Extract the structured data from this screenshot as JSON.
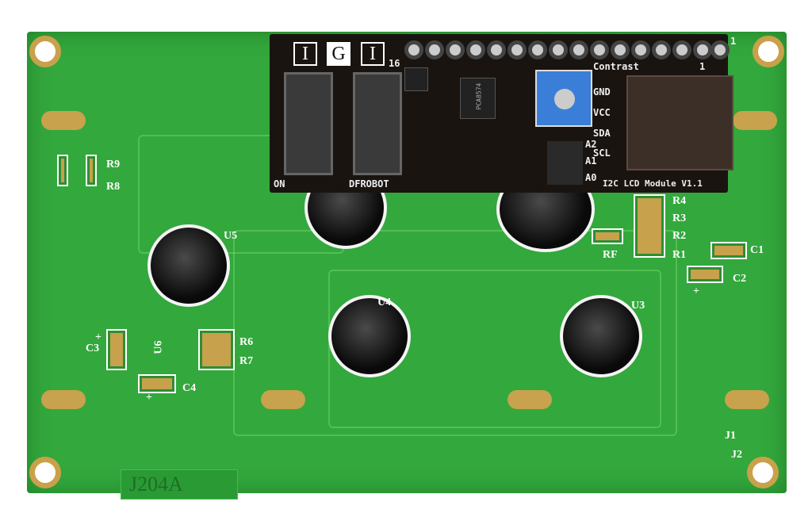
{
  "board": {
    "silkscreen_id": "J204A",
    "labels": {
      "u5": "U5",
      "u4": "U4",
      "u3": "U3",
      "u6": "U6",
      "r9": "R9",
      "r8": "R8",
      "r6": "R6",
      "r7": "R7",
      "c3": "C3",
      "c4": "C4",
      "r4": "R4",
      "r3": "R3",
      "r2": "R2",
      "r1": "R1",
      "rf": "RF",
      "c1": "C1",
      "c2": "C2",
      "j1": "J1",
      "j2": "J2",
      "plus1": "+",
      "plus2": "+",
      "plus3": "+"
    }
  },
  "module": {
    "title": "I2C LCD Module V1.1",
    "brand": "DFROBOT",
    "on": "ON",
    "contrast": "Contrast",
    "pin16": "16",
    "pin1": "1",
    "pin1b": "1",
    "pins": [
      "GND",
      "VCC",
      "SDA",
      "SCL"
    ],
    "jumpers": [
      "A2",
      "A1",
      "A0"
    ],
    "logo_letters": [
      "I",
      "G",
      "I"
    ],
    "chip_text": "PCA8574"
  },
  "colors": {
    "pcb": "#33a83d",
    "module": "#1a1410",
    "pad": "#c8a24c",
    "pot": "#3b7ed8"
  }
}
